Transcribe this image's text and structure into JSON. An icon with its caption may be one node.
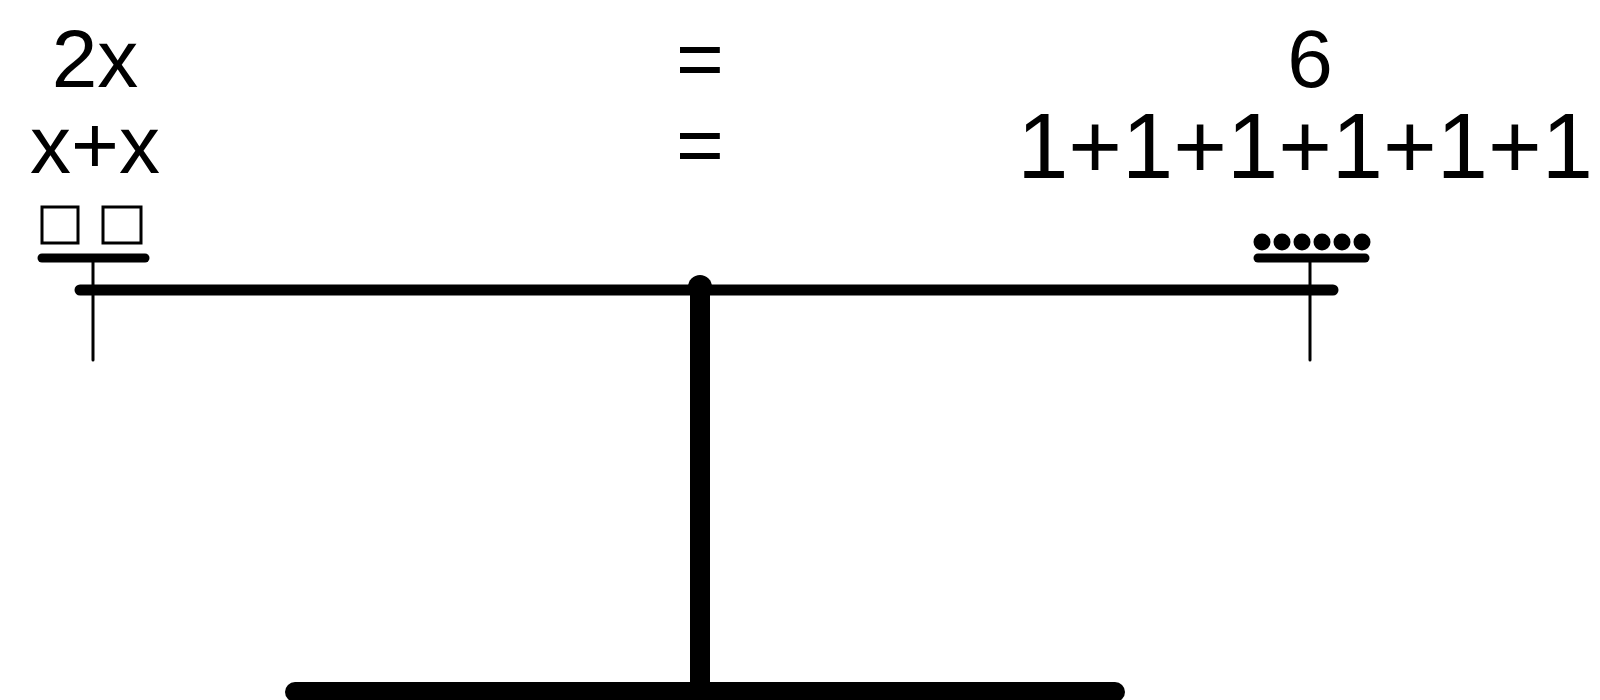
{
  "diagram": {
    "labels": [
      "2x",
      "=",
      "6",
      "x+x",
      "=",
      "1+1+1+1+1+1"
    ]
  }
}
